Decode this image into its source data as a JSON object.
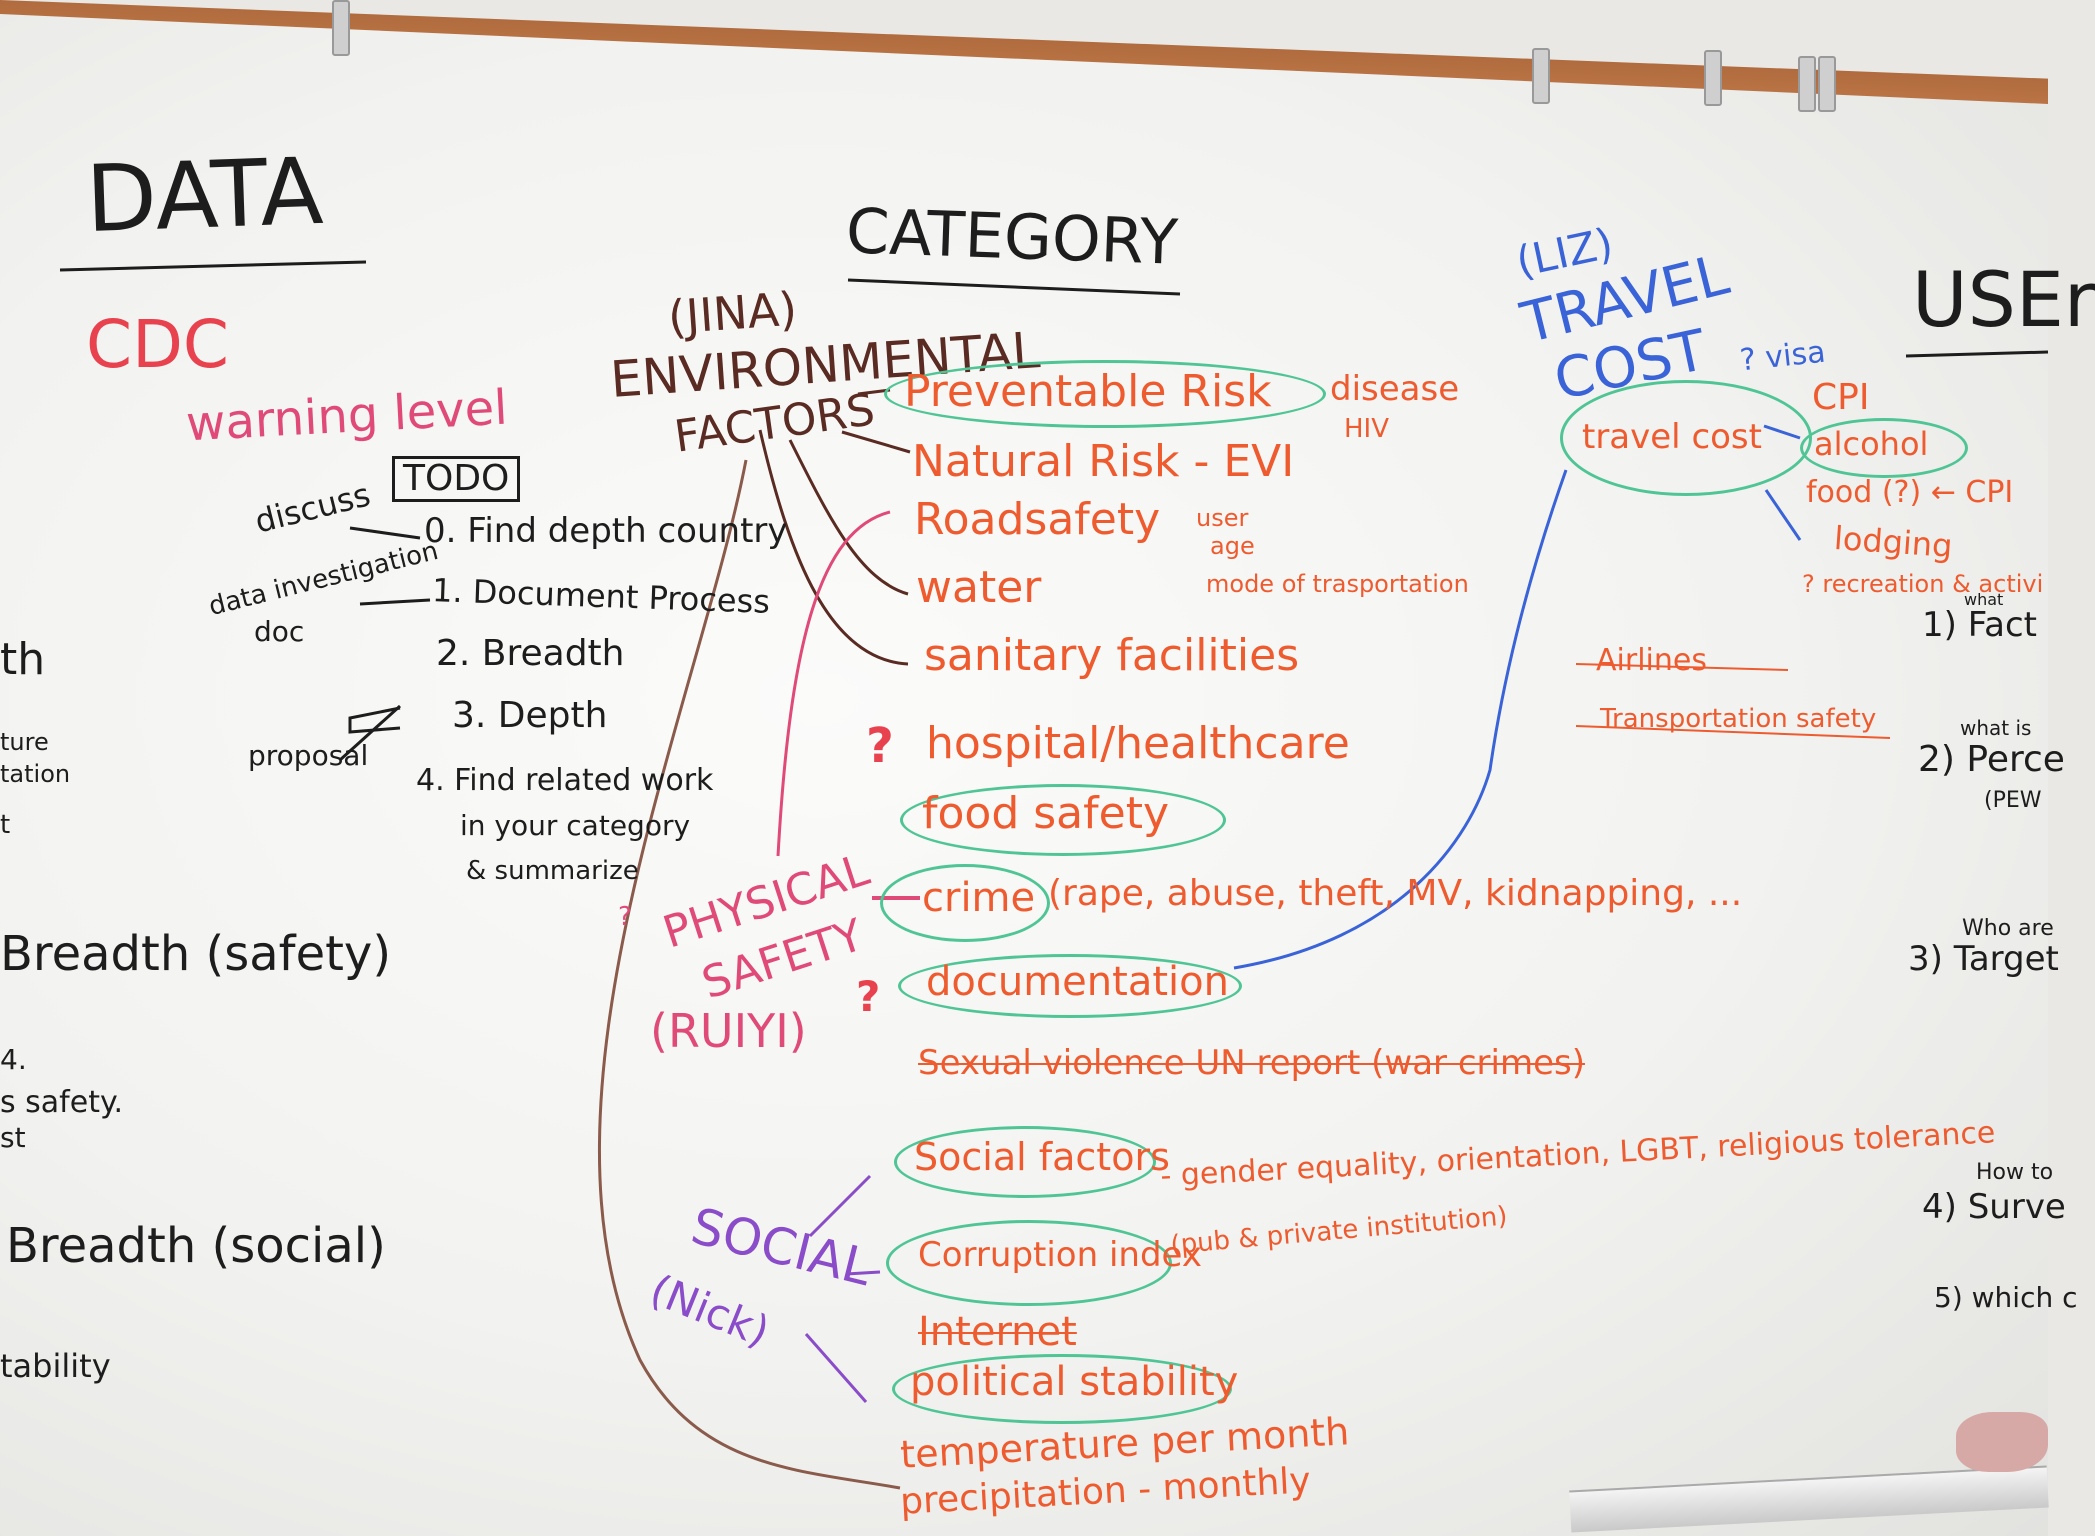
{
  "board": {
    "data": {
      "title": "DATA",
      "cdc": "CDC",
      "warning_level": "warning level",
      "todo": "TODO",
      "discuss": "discuss",
      "data_investigation": "data investigation",
      "doc": "doc",
      "proposal": "proposal",
      "steps": [
        "0. Find depth country",
        "1. Document Process",
        "2. Breadth",
        "3. Depth",
        "4. Find related work",
        "in your category",
        "& summarize"
      ],
      "left_fragments": [
        "th",
        "ture",
        "tation",
        "t"
      ],
      "breadth_safety": "Breadth (safety)",
      "safety_note": [
        "4.",
        "s safety.",
        "st"
      ],
      "breadth_social": "Breadth (social)",
      "stability": "tability"
    },
    "category": {
      "title": "CATEGORY",
      "jina": "(JINA)",
      "environmental": "ENVIRONMENTAL",
      "factors": "FACTORS",
      "preventable_risk": "Preventable Risk",
      "disease": "disease",
      "hiv": "HIV",
      "natural_risk": "Natural Risk - EVI",
      "road_safety": "Roadsafety",
      "road_notes": [
        "user",
        "age",
        "mode of trasportation"
      ],
      "water": "water",
      "sanitary": "sanitary facilities",
      "hospital": "hospital/healthcare",
      "food_safety": "food safety",
      "physical": "PHYSICAL",
      "safety": "SAFETY",
      "ruiyi": "(RUIYI)",
      "crime": "crime",
      "crime_list": "(rape, abuse, theft, MV, kidnapping, ...",
      "documentation": "documentation",
      "sexual_violence": "Sexual violence UN report (war crimes)",
      "social_factors": "Social factors",
      "social_list": "- gender equality, orientation, LGBT, religious tolerance",
      "corruption": "Corruption index",
      "corruption_note": "(pub & private institution)",
      "internet": "Internet",
      "political": "political stability",
      "temperature": "temperature per month",
      "precipitation": "precipitation - monthly",
      "social": "SOCIAL",
      "nick": "(Nick)",
      "question_marks": [
        "?",
        "?",
        "?"
      ]
    },
    "travel": {
      "liz": "(LIZ)",
      "travel": "TRAVEL",
      "cost": "COST",
      "travel_cost": "travel cost",
      "visa": "? visa",
      "cpi": "CPI",
      "alcohol": "alcohol",
      "food": "food (?) ← CPI",
      "lodging": "lodging",
      "recreation": "? recreation & activi",
      "airlines": "Airlines",
      "transportation_safety": "Transportation safety"
    },
    "user": {
      "title": "USEr",
      "q1_pre": "what",
      "q1": "1) Fact",
      "q2_pre": "what is",
      "q2": "2) Perce",
      "q2_sub": "(PEW",
      "q3_pre": "Who are",
      "q3": "3) Target",
      "q4_pre": "How to",
      "q4": "4) Surve",
      "q5": "5) which c"
    }
  },
  "colors": {
    "black": "#1d1d1d",
    "brown": "#5a2b22",
    "orange": "#ee5b2f",
    "red": "#e8424f",
    "pink": "#e04a78",
    "green": "#4fc595",
    "blue": "#3a63d8",
    "purple": "#8a4cc9",
    "frame": "#b06b3e"
  }
}
